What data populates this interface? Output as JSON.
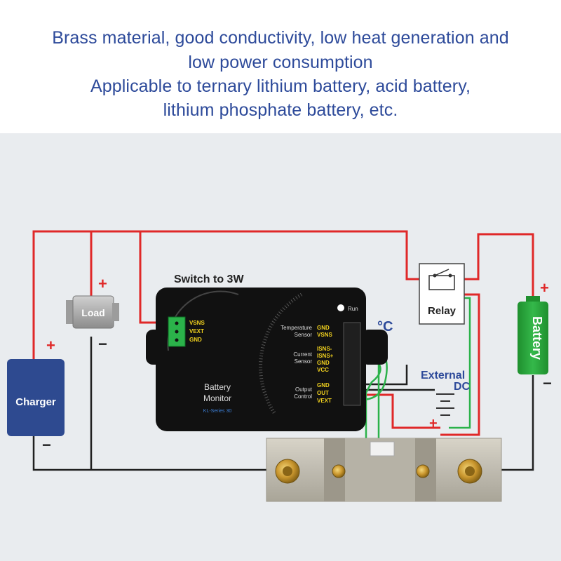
{
  "caption": {
    "line1": "Brass material, good conductivity, low heat generation and",
    "line2": "low power consumption",
    "line3": "Applicable to ternary lithium battery, acid battery,",
    "line4": "lithium phosphate battery, etc."
  },
  "diagram": {
    "switch_label": "Switch to 3W",
    "load_label": "Load",
    "charger_label": "Charger",
    "battery_label": "Battery",
    "relay_label": "Relay",
    "external_dc_line1": "External",
    "external_dc_line2": "DC",
    "celsius": "°C",
    "plus": "+",
    "minus": "−",
    "monitor": {
      "name_line1": "Battery",
      "name_line2": "Monitor",
      "series": "KL-Series 30",
      "run": "Run",
      "left_pins": [
        "VSNS",
        "VEXT",
        "GND"
      ],
      "temp_line1": "Temperature",
      "temp_line2": "Sensor",
      "temp_pins": [
        "GND",
        "VSNS"
      ],
      "current_line1": "Current",
      "current_line2": "Sensor",
      "current_pins": [
        "ISNS-",
        "ISNS+",
        "GND",
        "VCC"
      ],
      "output_line1": "Output",
      "output_line2": "Control",
      "output_pins": [
        "GND",
        "OUT",
        "VEXT"
      ]
    }
  },
  "colors": {
    "caption_text": "#2d4a9a",
    "wire_red": "#e02828",
    "wire_black": "#202020",
    "wire_green": "#2bb24a",
    "charger_fill": "#2e4a90",
    "battery_fill": "#27a338",
    "monitor_body": "#111111",
    "pin_yellow": "#f2d21e"
  }
}
